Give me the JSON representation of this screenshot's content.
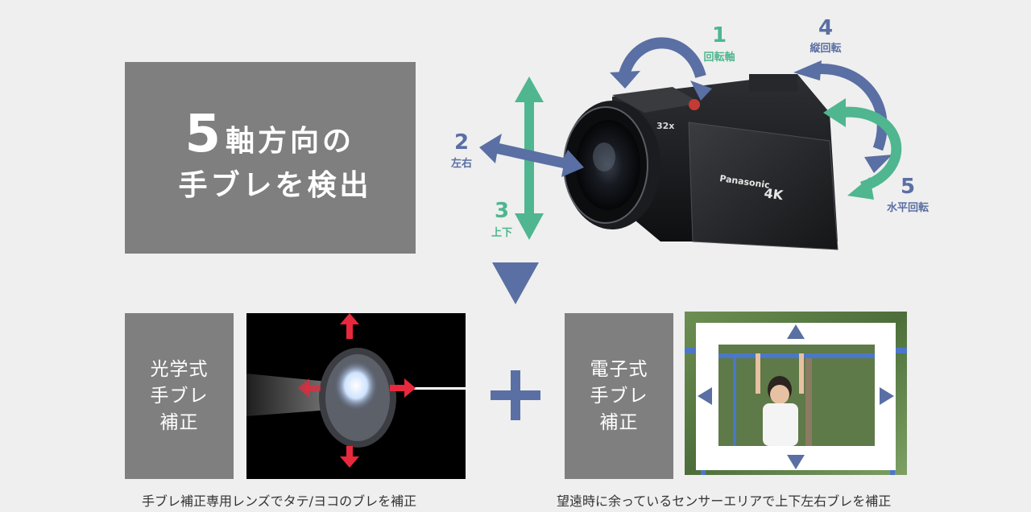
{
  "title": {
    "number": "5",
    "line1": "軸方向の",
    "line2": "手ブレを検出"
  },
  "axes": [
    {
      "num": "1",
      "label": "回転軸"
    },
    {
      "num": "2",
      "label": "左右"
    },
    {
      "num": "3",
      "label": "上下"
    },
    {
      "num": "4",
      "label": "縦回転"
    },
    {
      "num": "5",
      "label": "水平回転"
    }
  ],
  "camera": {
    "brand": "Panasonic",
    "badge": "4K",
    "zoom": "32x"
  },
  "optical": {
    "line1": "光学式",
    "line2": "手ブレ",
    "line3": "補正",
    "caption": "手ブレ補正専用レンズでタテ/ヨコのブレを補正"
  },
  "electronic": {
    "line1": "電子式",
    "line2": "手ブレ",
    "line3": "補正",
    "caption": "望遠時に余っているセンサーエリアで上下左右ブレを補正"
  },
  "colors": {
    "green": "#4fb690",
    "blue": "#5a6fa3",
    "box_gray": "#7f7f7f",
    "background": "#efefef",
    "red": "#e8283c"
  }
}
